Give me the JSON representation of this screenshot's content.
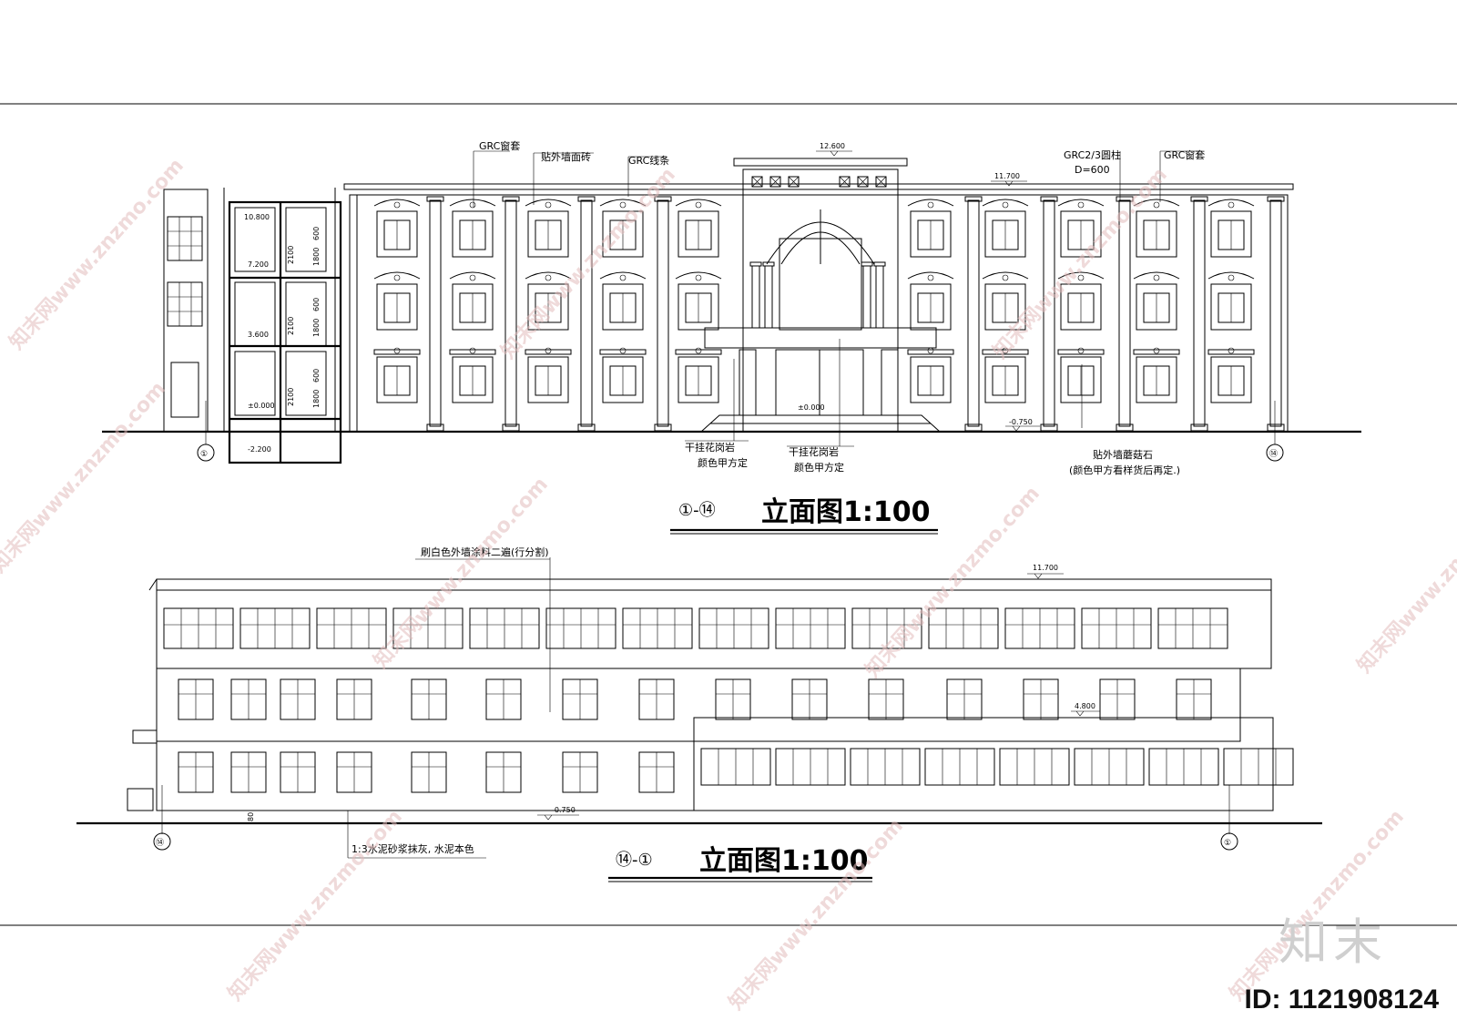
{
  "elevation_1": {
    "title_axes": "①-⑭",
    "title": "立面图1:100",
    "labels": {
      "grc_window_left": "GRC窗套",
      "tile": "贴外墙面砖",
      "grc_line": "GRC线条",
      "roof_level": "12.600",
      "column_note": "GRC2/3圆柱",
      "column_d": "D=600",
      "grc_window_right": "GRC窗套",
      "level_11700": "11.700",
      "stone_1a": "干挂花岗岩",
      "stone_1b": "颜色甲方定",
      "stone_2a": "干挂花岗岩",
      "stone_2b": "颜色甲方定",
      "mushroom_a": "贴外墙蘑菇石",
      "mushroom_b": "(颜色甲方看样货后再定.)",
      "level_0": "±0.000",
      "level_0750": "-0.750",
      "axis_left": "①",
      "axis_right": "⑭"
    },
    "section_levels": [
      "10.800",
      "7.200",
      "3.600",
      "±0.000",
      "-2.200"
    ],
    "section_dims": [
      "2100",
      "1800",
      "600"
    ]
  },
  "elevation_2": {
    "title_axes": "⑭-①",
    "title": "立面图1:100",
    "labels": {
      "paint": "刷白色外墙涂料二遍(行分割)",
      "level_11700": "11.700",
      "level_4800": "4.800",
      "level_0750": "-0.750",
      "plaster": "1:3水泥砂浆抹灰, 水泥本色",
      "dim_80": "80",
      "axis_left": "⑭",
      "axis_right": "①"
    }
  },
  "watermark": {
    "text": "知末网www.znzmo.com",
    "brand": "知末",
    "id": "ID: 1121908124"
  }
}
